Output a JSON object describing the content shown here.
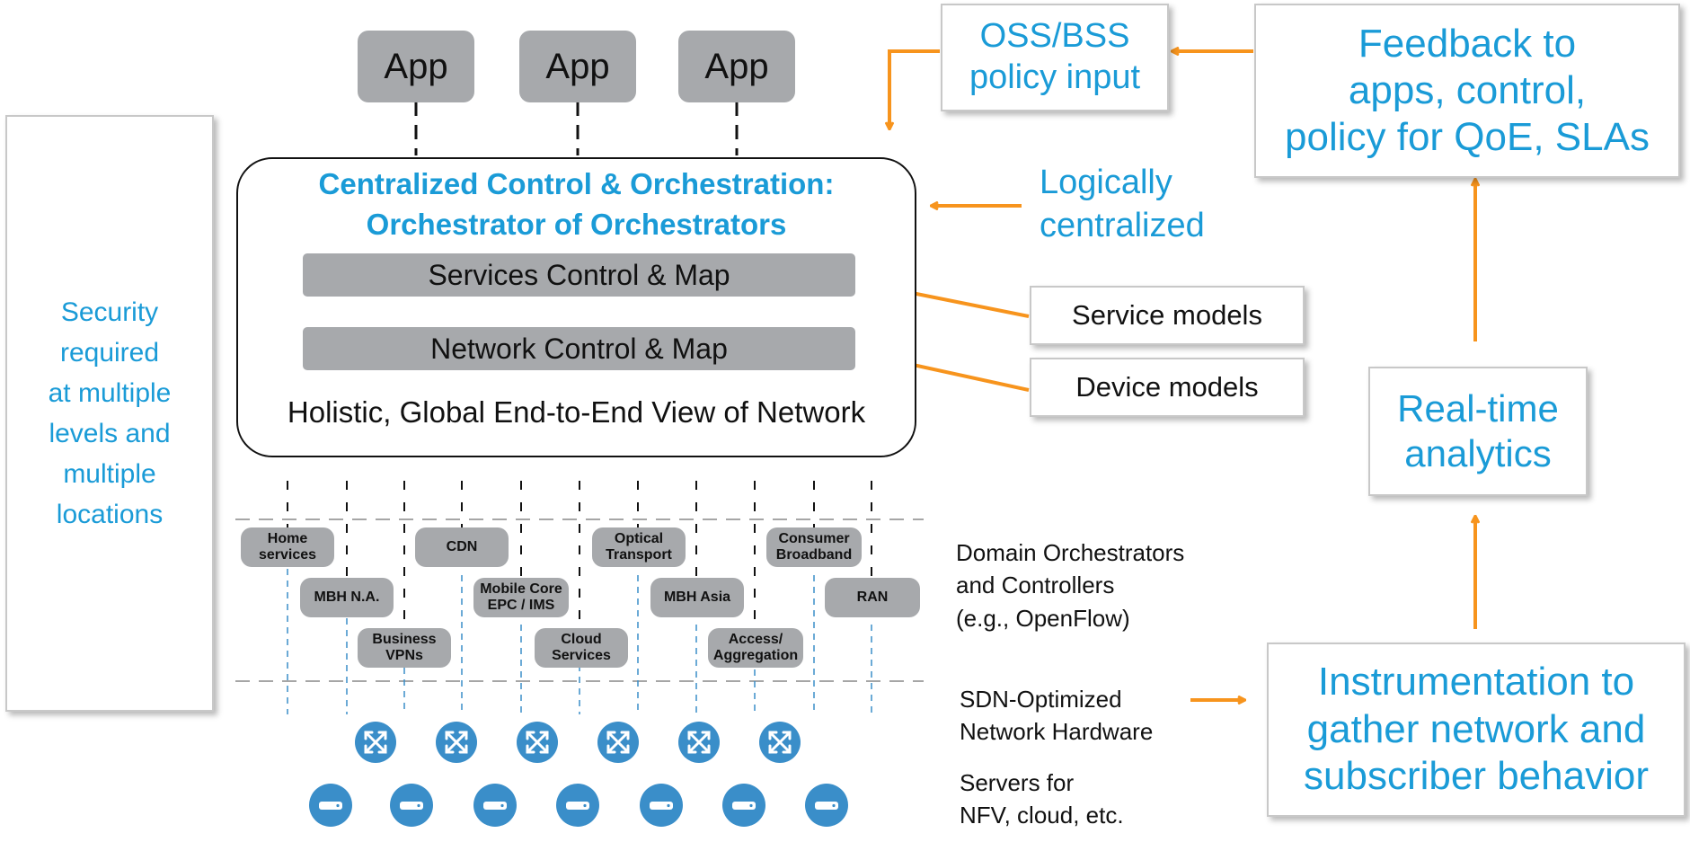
{
  "apps": [
    "App",
    "App",
    "App"
  ],
  "oss": {
    "line1": "OSS/BSS",
    "line2": "policy input"
  },
  "feedback": {
    "line1": "Feedback to",
    "line2": "apps, control,",
    "line3": "policy for QoE, SLAs"
  },
  "orchestrator": {
    "title_line1": "Centralized Control & Orchestration:",
    "title_line2": "Orchestrator of Orchestrators",
    "services_bar": "Services Control & Map",
    "network_bar": "Network Control & Map",
    "footer": "Holistic, Global End-to-End View of Network"
  },
  "logically": {
    "line1": "Logically",
    "line2": "centralized"
  },
  "service_models": "Service models",
  "device_models": "Device models",
  "security": {
    "line1": "Security",
    "line2": "required",
    "line3": "at multiple",
    "line4": "levels and",
    "line5": "multiple",
    "line6": "locations"
  },
  "analytics": {
    "line1": "Real-time",
    "line2": "analytics"
  },
  "instrumentation": {
    "line1": "Instrumentation to",
    "line2": "gather network and",
    "line3": "subscriber behavior"
  },
  "domains": {
    "home": {
      "line1": "Home",
      "line2": "services"
    },
    "mbh_na": "MBH N.A.",
    "business": {
      "line1": "Business",
      "line2": "VPNs"
    },
    "cdn": "CDN",
    "mobile_core": {
      "line1": "Mobile Core",
      "line2": "EPC / IMS"
    },
    "cloud": {
      "line1": "Cloud",
      "line2": "Services"
    },
    "optical": {
      "line1": "Optical",
      "line2": "Transport"
    },
    "mbh_asia": "MBH Asia",
    "access": {
      "line1": "Access/",
      "line2": "Aggregation"
    },
    "consumer": {
      "line1": "Consumer",
      "line2": "Broadband"
    },
    "ran": "RAN"
  },
  "domain_label": {
    "line1": "Domain Orchestrators",
    "line2": "and Controllers",
    "line3": "(e.g., OpenFlow)"
  },
  "sdn_label": {
    "line1": "SDN-Optimized",
    "line2": "Network Hardware"
  },
  "servers_label": {
    "line1": "Servers for",
    "line2": "NFV, cloud, etc."
  },
  "icons": {
    "switch": "network-switch-icon",
    "server": "server-icon"
  },
  "colors": {
    "accent_blue": "#1a9bd7",
    "arrow_orange": "#f7941d",
    "box_gray": "#a7a9ac",
    "icon_blue": "#3a8ec9"
  }
}
